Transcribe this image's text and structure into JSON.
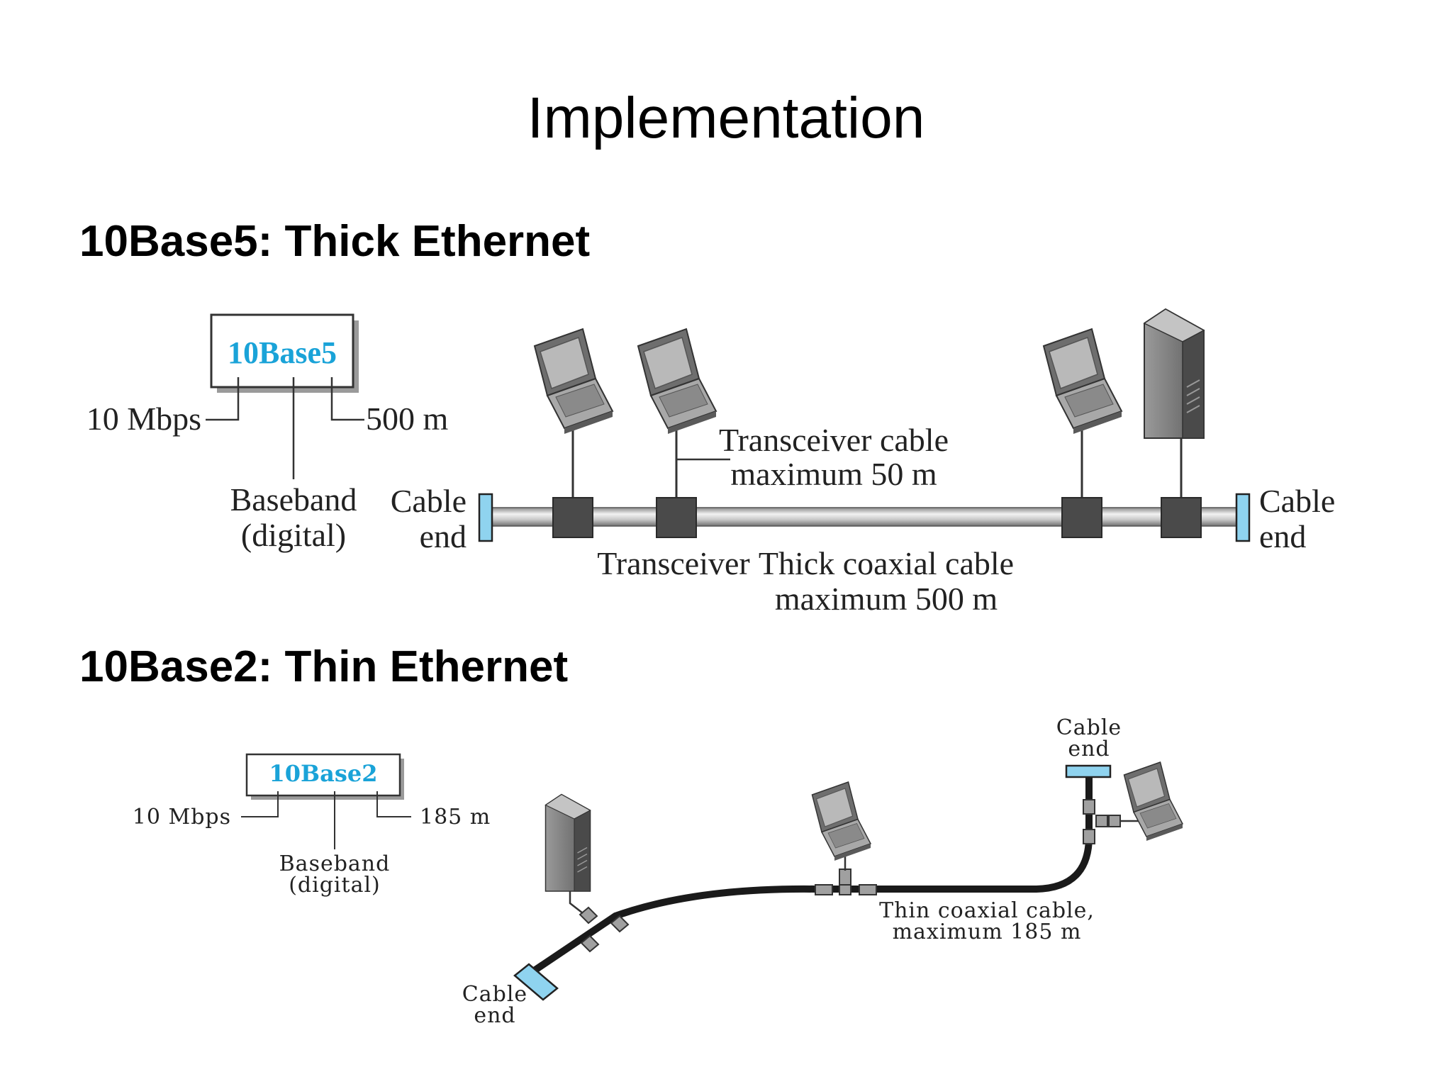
{
  "title": "Implementation",
  "thick": {
    "heading": "10Base5: Thick Ethernet",
    "badge": "10Base5",
    "rate": "10 Mbps",
    "length": "500 m",
    "signal_line1": "Baseband",
    "signal_line2": "(digital)",
    "cable_end_left_1": "Cable",
    "cable_end_left_2": "end",
    "cable_end_right_1": "Cable",
    "cable_end_right_2": "end",
    "transceiver_cable_1": "Transceiver cable",
    "transceiver_cable_2": "maximum 50 m",
    "transceiver": "Transceiver",
    "coax_1": "Thick coaxial cable",
    "coax_2": "maximum 500 m"
  },
  "thin": {
    "heading": "10Base2: Thin Ethernet",
    "badge": "10Base2",
    "rate": "10 Mbps",
    "length": "185 m",
    "signal_line1": "Baseband",
    "signal_line2": "(digital)",
    "cable_end_top_1": "Cable",
    "cable_end_top_2": "end",
    "cable_end_bottom_1": "Cable",
    "cable_end_bottom_2": "end",
    "coax_1": "Thin coaxial cable,",
    "coax_2": "maximum 185 m"
  },
  "colors": {
    "cable_end": "#8fd3ef",
    "transceiver": "#4a4a4a",
    "badge_text": "#1aa3d8",
    "coax_thick": "#c8c8c8",
    "coax_thin": "#1a1a1a"
  }
}
